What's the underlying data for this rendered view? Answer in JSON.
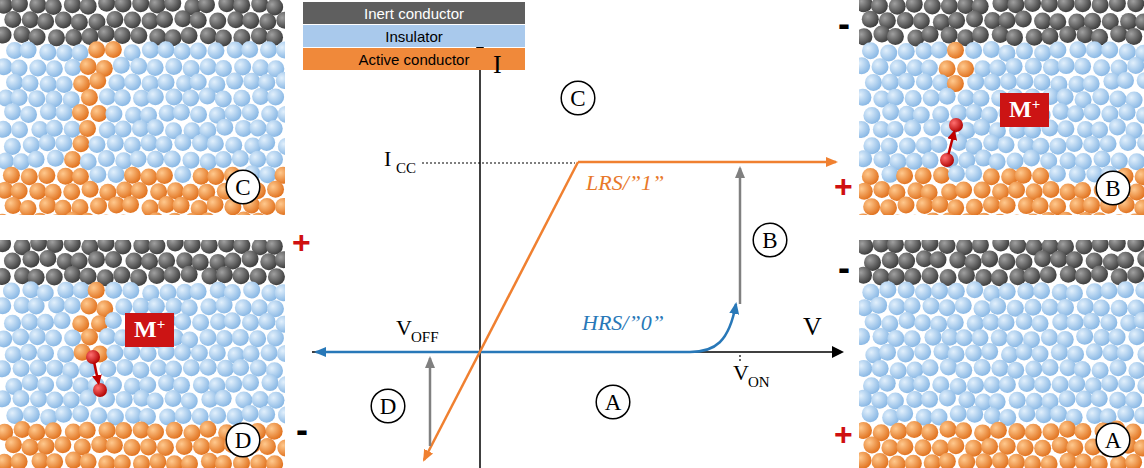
{
  "diagram": {
    "nodes": [
      {
        "text": [
          "C"
        ]
      },
      {
        "text": [
          "C"
        ]
      },
      {
        "text": [
          "B"
        ]
      },
      {
        "text": [
          "M",
          "+"
        ]
      },
      {
        "text": [
          "B"
        ]
      },
      {
        "text": [
          "D"
        ]
      },
      {
        "text": [
          "M",
          "+"
        ]
      },
      {
        "text": [
          "D"
        ]
      },
      {
        "text": [
          "A"
        ]
      },
      {
        "text": [
          "A"
        ]
      }
    ],
    "labels": [
      "-",
      "I",
      "I",
      "CC",
      "LRS/”1”",
      "+",
      "+",
      "-",
      "V",
      "V",
      "OFF",
      "HRS/”0”",
      "V",
      "ON",
      "-",
      "+"
    ],
    "legend": [
      {
        "text": "Inert conductor",
        "color": "#5f5f5f"
      },
      {
        "text": "Insulator",
        "color": "#a9c9ec"
      },
      {
        "text": "Active conductor",
        "color": "#f0893a"
      }
    ]
  }
}
